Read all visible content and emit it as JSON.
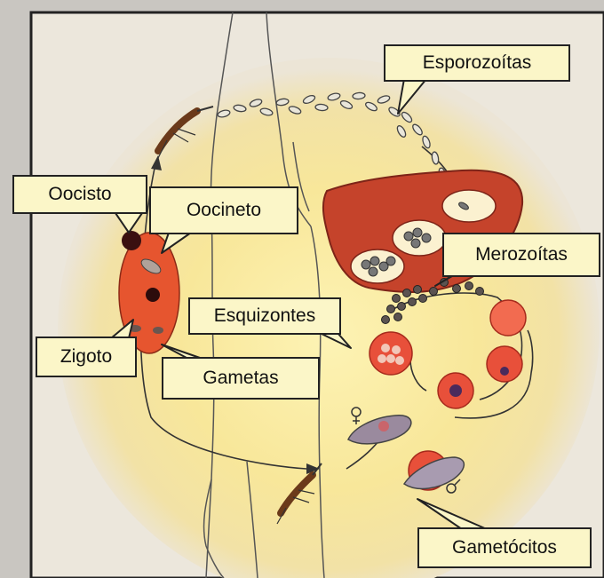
{
  "labels": {
    "esporozoitas": "Esporozoítas",
    "oocisto": "Oocisto",
    "oocineto": "Oocineto",
    "merozoitas": "Merozoítas",
    "esquizontes": "Esquizontes",
    "zigoto": "Zigoto",
    "gametas": "Gametas",
    "gametocitos": "Gametócitos"
  },
  "colors": {
    "background": "#c9c6c1",
    "glow": "#f8e79a",
    "liver": "#c5432b",
    "red_cell": "#e8503a",
    "callout_fill": "#fbf6c8"
  }
}
